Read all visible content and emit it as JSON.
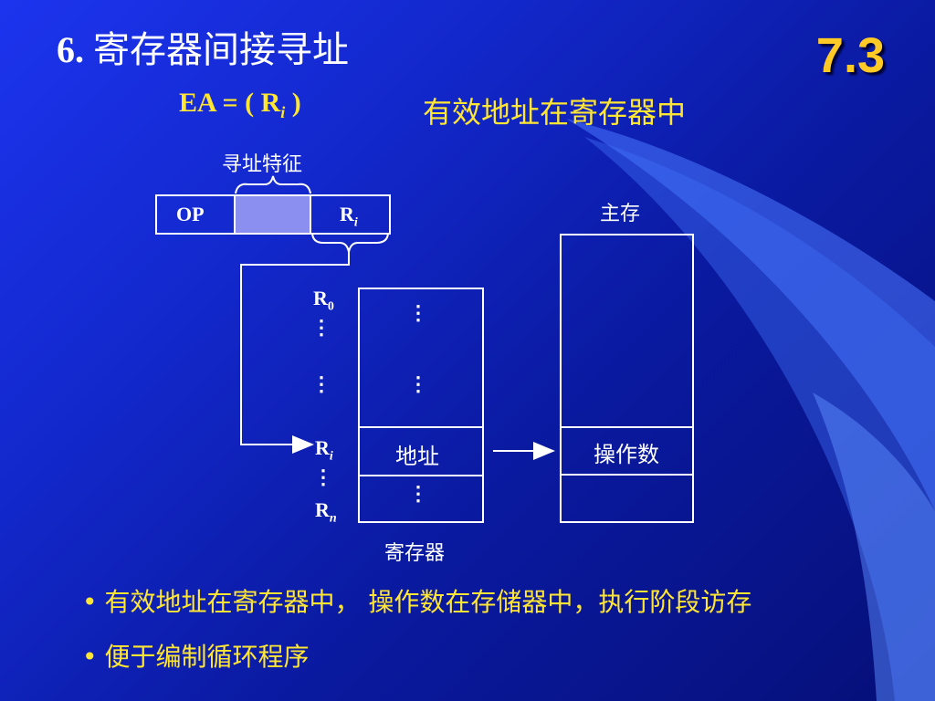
{
  "title": {
    "number": "6.",
    "text": "寄存器间接寻址"
  },
  "section_number": "7.3",
  "formula": {
    "lhs": "EA = ( R",
    "sub": "i",
    "rhs": " )"
  },
  "formula_note": "有效地址在寄存器中",
  "instruction": {
    "feature_label": "寻址特征",
    "op_label": "OP",
    "reg_label": "R",
    "reg_sub": "i"
  },
  "registers": {
    "r0": {
      "base": "R",
      "sub": "0"
    },
    "ri": {
      "base": "R",
      "sub": "i"
    },
    "rn": {
      "base": "R",
      "sub": "n"
    },
    "address_cell": "地址",
    "caption": "寄存器",
    "ellipsis": "⋮"
  },
  "main_memory": {
    "label": "主存",
    "operand_cell": "操作数"
  },
  "bullets": [
    "有效地址在寄存器中， 操作数在存储器中，执行阶段访存",
    "便于编制循环程序"
  ],
  "colors": {
    "accent_yellow": "#ffe633",
    "section_orange": "#ffc926",
    "field_fill": "#8b8ff0",
    "background": "#1328cc"
  }
}
